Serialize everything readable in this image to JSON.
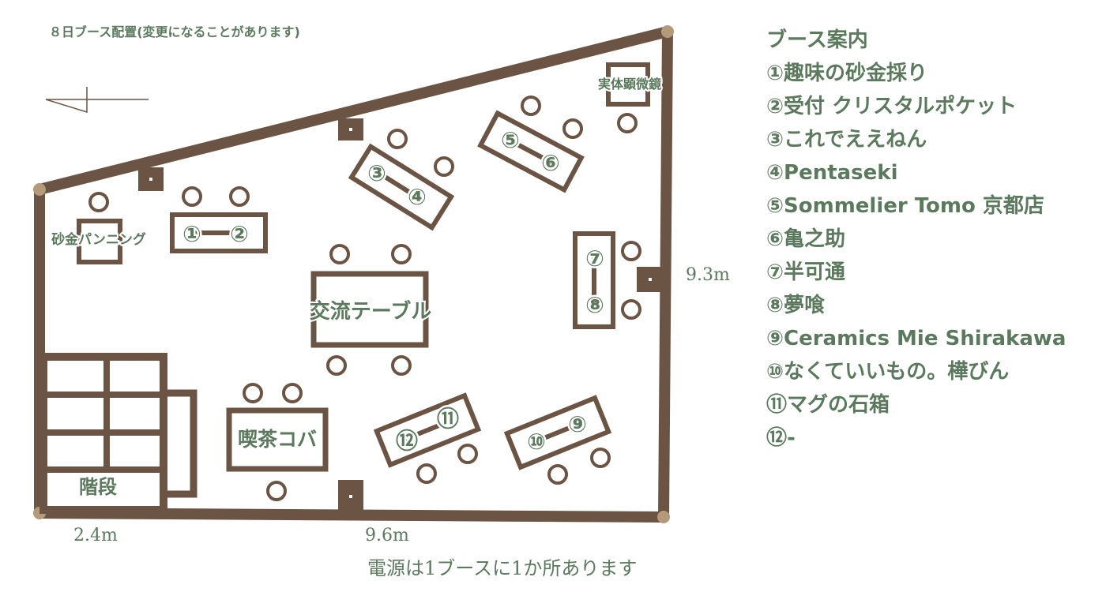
{
  "map": {
    "title": "８日ブース配置(変更になることがあります)",
    "dim_left": "9.3m",
    "dim_bottom_left": "2.4m",
    "dim_bottom": "9.6m",
    "power_note": "電源は1ブースに1か所あります",
    "labels": {
      "microscope": "実体顕微鏡",
      "gold_panning": "砂金パンニング",
      "exchange_table": "交流テーブル",
      "cafe": "喫茶コバ",
      "stairs": "階段"
    },
    "booth_numbers": [
      "①",
      "②",
      "③",
      "④",
      "⑤",
      "⑥",
      "⑦",
      "⑧",
      "⑨",
      "⑩",
      "⑪",
      "⑫"
    ]
  },
  "legend": {
    "title": "ブース案内",
    "items": [
      "①趣味の砂金採り",
      "②受付 クリスタルポケット",
      "③これでええねん",
      "④Pentaseki",
      "⑤Sommelier Tomo 京都店",
      "⑥亀之助",
      "⑦半可通",
      "⑧夢喰",
      "⑨Ceramics Mie Shirakawa",
      "⑩なくていいもの。樺びん",
      "⑪マグの石箱",
      "⑫-"
    ]
  },
  "colors": {
    "wall": "#6b5443",
    "text_green": "#5b7a5d",
    "corner": "#b49a78"
  }
}
